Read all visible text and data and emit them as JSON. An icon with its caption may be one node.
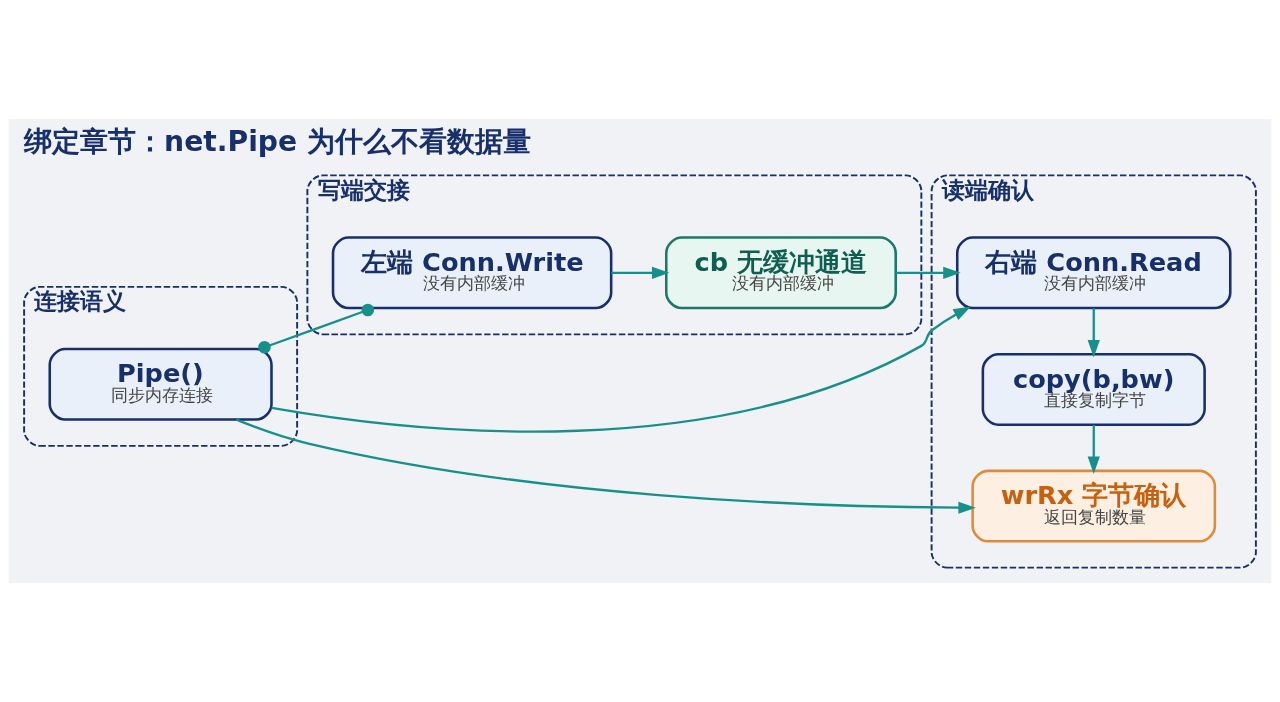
{
  "diagram": {
    "title": "绑定章节：net.Pipe 为什么不看数据量",
    "nodes": [
      {
        "text": [
          "连接语义"
        ]
      },
      {
        "text": [
          "Pipe()",
          "同步内存连接"
        ],
        "in": 0
      },
      {
        "text": [
          "写端交接"
        ]
      },
      {
        "text": [
          "左端 Conn.Write",
          "没有内部缓冲"
        ],
        "in": 2
      },
      {
        "text": [
          "cb 无缓冲通道",
          "没有内部缓冲"
        ],
        "in": 2
      },
      {
        "text": [
          "读端确认"
        ]
      },
      {
        "text": [
          "右端 Conn.Read",
          "没有内部缓冲"
        ],
        "in": 5
      },
      {
        "text": [
          "copy(b,bw)",
          "直接复制字节"
        ],
        "in": 5
      },
      {
        "text": [
          "wrRx 字节确认",
          "返回复制数量"
        ],
        "in": 5
      }
    ],
    "edges": [
      {
        "from": 1,
        "to": 3,
        "arrow": "other"
      },
      {
        "from": 3,
        "to": 4,
        "arrow": "to"
      },
      {
        "from": 4,
        "to": 6,
        "arrow": "to"
      },
      {
        "from": 1,
        "to": 6,
        "arrow": "to"
      },
      {
        "from": 6,
        "to": 7,
        "arrow": "to"
      },
      {
        "from": 7,
        "to": 8,
        "arrow": "to"
      },
      {
        "from": 1,
        "to": 8,
        "arrow": "to"
      }
    ]
  }
}
